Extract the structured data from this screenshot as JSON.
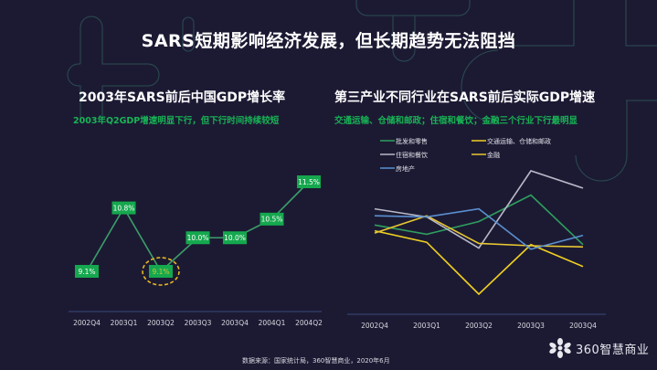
{
  "page": {
    "title": "SARS短期影响经济发展，但长期趋势无法阻挡",
    "source": "数据来源：国家统计局，360智慧商业，2020年6月",
    "logo_text": "360智慧商业",
    "colors": {
      "background": "#1c1a33",
      "accent_green": "#18b455",
      "highlight_circle": "#e8b820"
    }
  },
  "left_panel": {
    "title": "2003年SARS前后中国GDP增长率",
    "note": "2003年Q2GDP增速明显下行，但下行时间持续较短",
    "highlight": "2003Q2"
  },
  "right_panel": {
    "title": "第三产业不同行业在SARS前后实际GDP增速",
    "note": "交通运输、仓储和邮政；住宿和餐饮；金融三个行业下行最明显"
  },
  "chart_data": [
    {
      "type": "line",
      "title": "2003年SARS前后中国GDP增长率",
      "categories": [
        "2002Q4",
        "2003Q1",
        "2003Q2",
        "2003Q3",
        "2003Q4",
        "2004Q1",
        "2004Q2"
      ],
      "values": [
        9.1,
        10.8,
        9.1,
        10.0,
        10.0,
        10.5,
        11.5
      ],
      "labels": [
        "9.1%",
        "10.8%",
        "9.1%",
        "10.0%",
        "10.0%",
        "10.5%",
        "11.5%"
      ],
      "xlabel": "",
      "ylabel": "",
      "grid": false,
      "annotations": [
        "2003Q2 circled (dashed yellow)"
      ]
    },
    {
      "type": "line",
      "title": "第三产业不同行业在SARS前后实际GDP增速",
      "categories": [
        "2002Q4",
        "2003Q1",
        "2003Q2",
        "2003Q3",
        "2003Q4"
      ],
      "legend_position": "top",
      "series": [
        {
          "name": "批发和零售",
          "color": "#2e9e5e",
          "values": [
            8.0,
            7.2,
            8.3,
            10.6,
            6.3
          ]
        },
        {
          "name": "交通运输、仓储和邮政",
          "color": "#f0d020",
          "values": [
            7.5,
            6.5,
            2.0,
            6.3,
            4.4
          ]
        },
        {
          "name": "住宿和餐饮",
          "color": "#b8b8c8",
          "values": [
            9.4,
            8.7,
            6.0,
            12.7,
            11.2
          ]
        },
        {
          "name": "金融",
          "color": "#e8c830",
          "values": [
            7.3,
            8.8,
            6.4,
            6.2,
            6.1
          ]
        },
        {
          "name": "房地产",
          "color": "#5a8fd0",
          "values": [
            8.8,
            8.7,
            9.4,
            5.9,
            7.1
          ]
        }
      ],
      "xlabel": "",
      "ylabel": "",
      "grid": false
    }
  ]
}
